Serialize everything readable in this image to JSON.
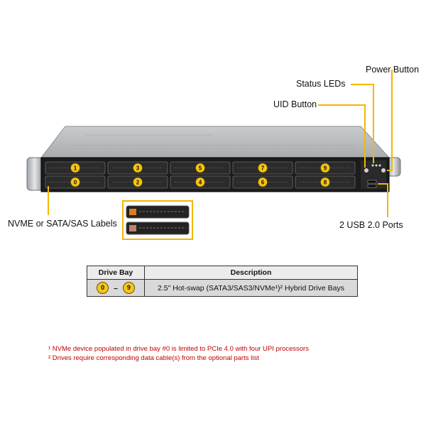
{
  "callouts": {
    "power_button": "Power Button",
    "status_leds": "Status LEDs",
    "uid_button": "UID Button",
    "labels": "NVME or SATA/SAS Labels",
    "usb_ports": "2 USB 2.0 Ports"
  },
  "bays": {
    "top_row": [
      "1",
      "3",
      "5",
      "7",
      "9"
    ],
    "bottom_row": [
      "0",
      "2",
      "4",
      "6",
      "8"
    ]
  },
  "table": {
    "col_drive_bay": "Drive Bay",
    "col_description": "Description",
    "range_start": "0",
    "range_sep": "–",
    "range_end": "9",
    "description": "2.5\" Hot-swap (SATA3/SAS3/NVMe¹)² Hybrid Drive Bays"
  },
  "notes": {
    "note1": "¹ NVMe device populated in drive bay #0 is limited to PCIe 4.0 with four UPI processors",
    "note2": "² Drives require corresponding data cable(s) from the optional parts list"
  },
  "colors": {
    "accent": "#f2b705",
    "note_text": "#c00000",
    "chassis": "#b9bcbf",
    "front_panel": "#1c1c1c"
  }
}
